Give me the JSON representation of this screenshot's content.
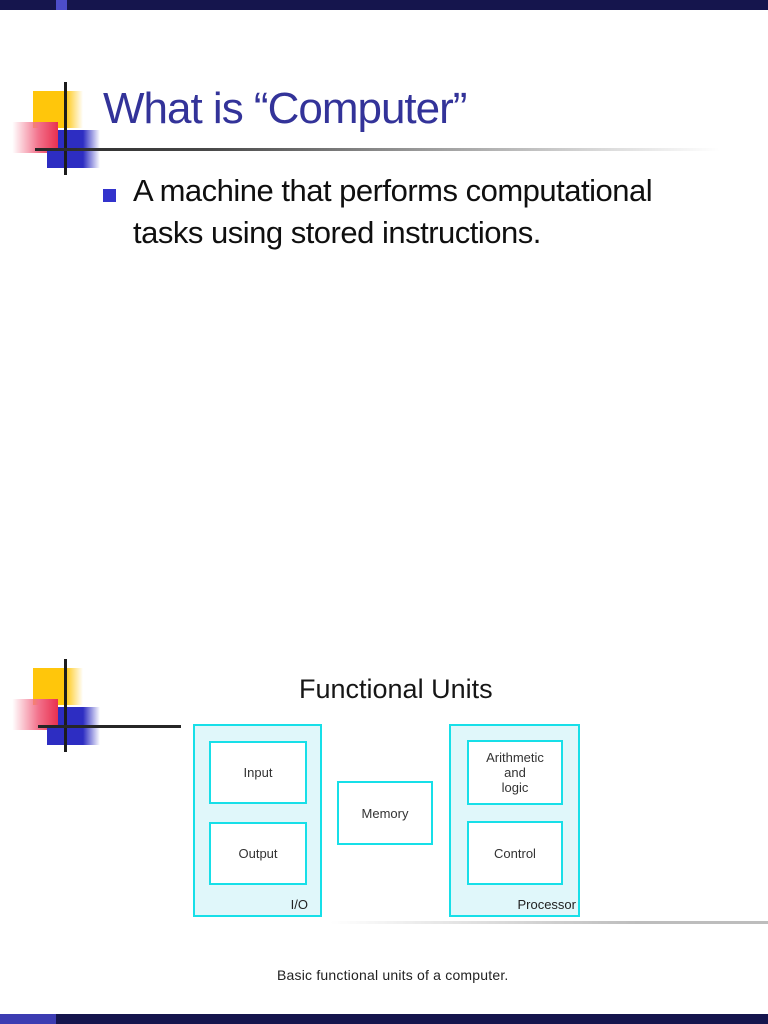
{
  "slide1": {
    "title": "What is “Computer”",
    "bullet_text": "A machine that performs computational\ntasks using stored instructions."
  },
  "slide2": {
    "heading": "Functional Units",
    "diagram": {
      "input_label": "Input",
      "output_label": "Output",
      "io_label": "I/O",
      "memory_label": "Memory",
      "alu_label": "Arithmetic\nand\nlogic",
      "control_label": "Control",
      "processor_label": "Processor"
    },
    "caption": "Basic functional units of a computer."
  },
  "colors": {
    "title_blue": "#333399",
    "bullet_square_blue": "#3333cc",
    "diagram_border_cyan": "#17dfe8",
    "diagram_fill_cyan": "#e0f7fa",
    "decoration_yellow": "#ffc60b",
    "decoration_red": "#e8304f",
    "decoration_blue": "#2d2dc2",
    "page_edge_navy": "#15154d"
  }
}
